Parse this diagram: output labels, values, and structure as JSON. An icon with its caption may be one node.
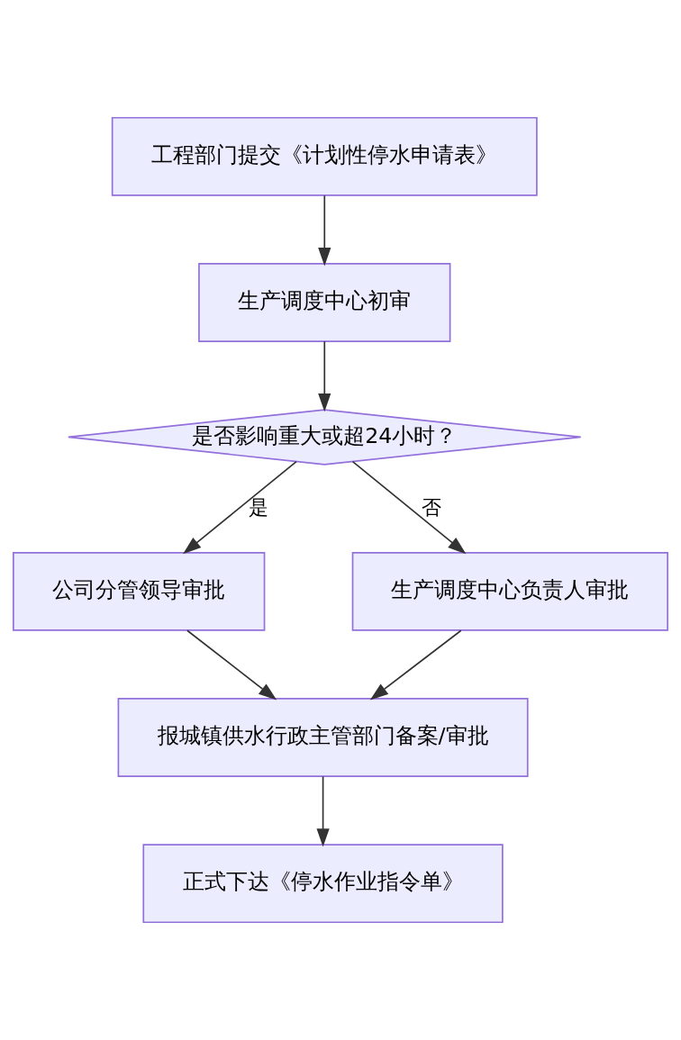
{
  "diagram": {
    "nodes": [
      {
        "text": [
          "工程部门提交《计划性停水申请表》"
        ]
      },
      {
        "text": [
          "生产调度中心初审"
        ]
      },
      {
        "text": [
          "是否影响重大或超24小时？"
        ]
      },
      {
        "text": [
          "公司分管领导审批"
        ]
      },
      {
        "text": [
          "生产调度中心负责人审批"
        ]
      },
      {
        "text": [
          "报城镇供水行政主管部门备案/审批"
        ]
      },
      {
        "text": [
          "正式下达《停水作业指令单》"
        ]
      }
    ],
    "edges": [
      {
        "from": 0,
        "to": 1,
        "arrow": "to"
      },
      {
        "from": 1,
        "to": 2,
        "arrow": "to"
      },
      {
        "from": 2,
        "to": 3,
        "arrow": "to",
        "label": "是"
      },
      {
        "from": 2,
        "to": 4,
        "arrow": "to",
        "label": "否"
      },
      {
        "from": 3,
        "to": 5,
        "arrow": "to"
      },
      {
        "from": 4,
        "to": 5,
        "arrow": "to"
      },
      {
        "from": 5,
        "to": 6,
        "arrow": "to"
      }
    ]
  }
}
